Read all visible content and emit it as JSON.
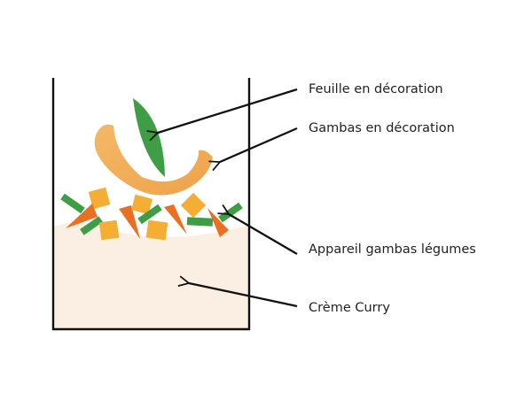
{
  "labels": {
    "leaf": "Feuille en décoration",
    "shrimp": "Gambas en décoration",
    "mix": "Appareil gambas légumes",
    "cream": "Crème Curry"
  },
  "colors": {
    "cream": "#fbeee2",
    "green": "#3f9e45",
    "orange": "#ea6f22",
    "yellow": "#f3ae33",
    "shrimp": "#f2ad55",
    "outline": "#111111"
  }
}
